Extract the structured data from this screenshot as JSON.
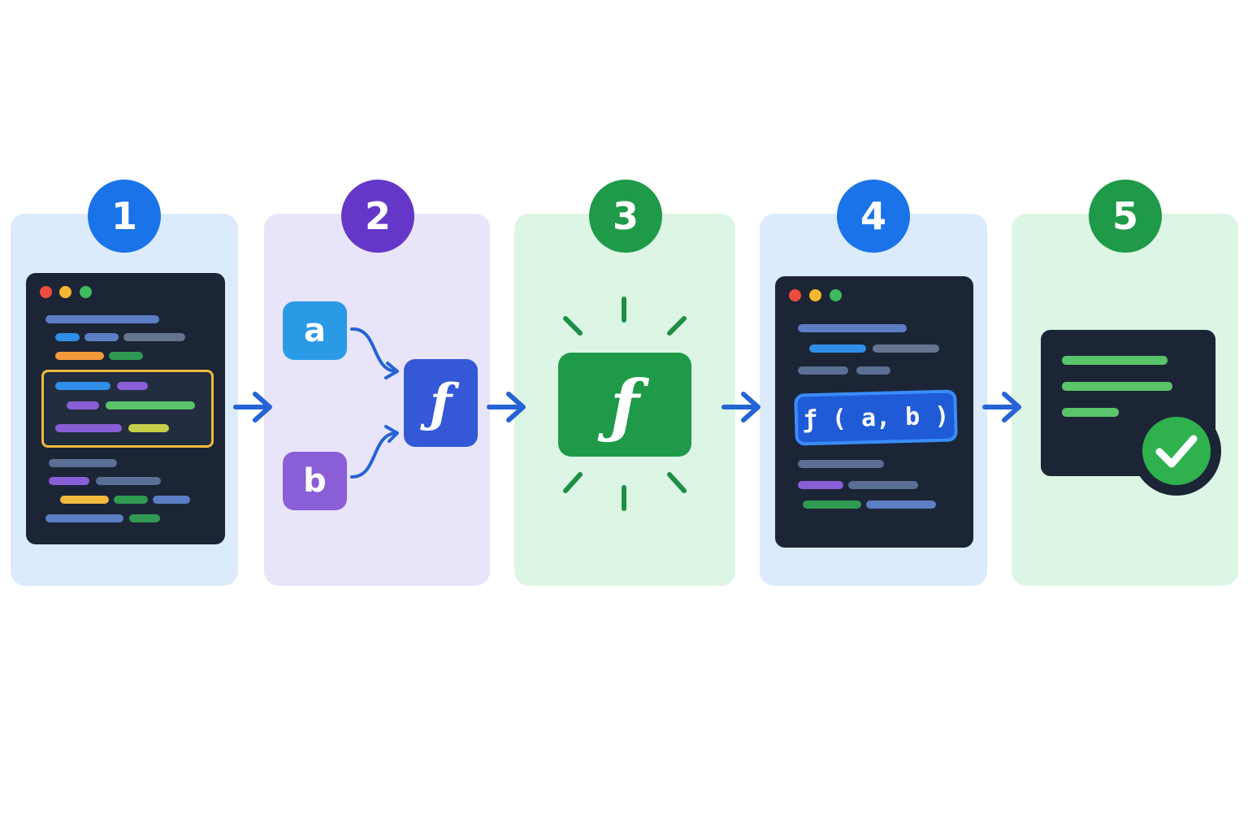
{
  "steps": [
    {
      "number": "1",
      "color": "#1a73e8",
      "panel_bg": "#dcebfc"
    },
    {
      "number": "2",
      "color": "#6437c9",
      "panel_bg": "#e8e5fa"
    },
    {
      "number": "3",
      "color": "#1e9a48",
      "panel_bg": "#ddf5e4"
    },
    {
      "number": "4",
      "color": "#1a73e8",
      "panel_bg": "#dcebfc"
    },
    {
      "number": "5",
      "color": "#1e9a48",
      "panel_bg": "#ddf5e4"
    }
  ],
  "params": {
    "a": "a",
    "b": "b"
  },
  "function_symbol": "ƒ",
  "call_text": "ƒ ( a, b )",
  "colors": {
    "arrow": "#2563d6",
    "editor_bg": "#1c2536",
    "highlight_border": "#f0b93c",
    "param_a": "#2a9ae6",
    "param_b": "#8a5ed6",
    "func_box": "#3558d6",
    "func_green": "#1e9a48",
    "call_highlight": "#1f5bd6",
    "check": "#2fb14e"
  },
  "icons": [
    "window-dots-icon",
    "function-icon",
    "arrow-right-icon",
    "checkmark-icon",
    "sparkle-icon"
  ]
}
